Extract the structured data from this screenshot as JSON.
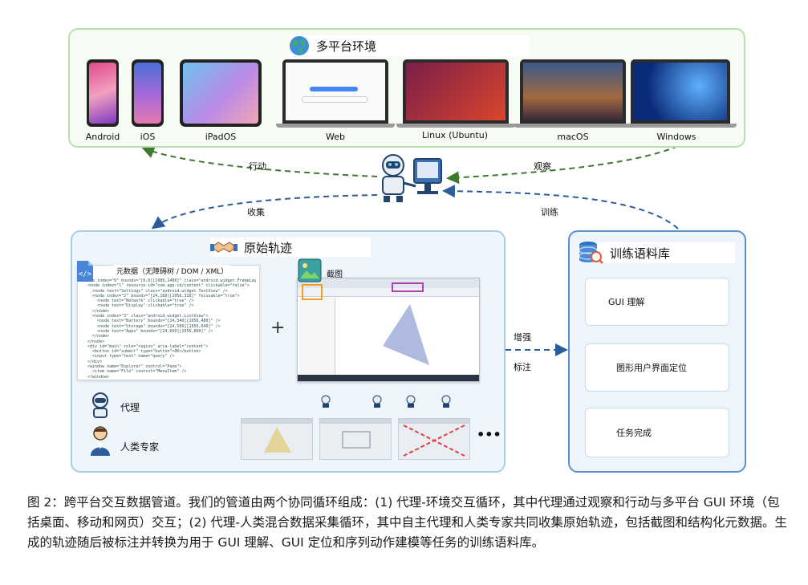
{
  "environment": {
    "title": "多平台环境",
    "platforms": [
      "Android",
      "iOS",
      "iPadOS",
      "Web",
      "Linux (Ubuntu)",
      "macOS",
      "Windows"
    ]
  },
  "arrows": {
    "action": "行动",
    "observe": "观察",
    "collect": "收集",
    "train": "训练",
    "augment": "增强",
    "annotate": "标注"
  },
  "raw": {
    "title": "原始轨迹",
    "metadata_label": "元数据（无障碍树 / DOM / XML）",
    "screenshot_label": "截图",
    "plus": "+",
    "agent": "代理",
    "human_expert": "人类专家",
    "more": "•••"
  },
  "corpus": {
    "title": "训练语料库",
    "items": [
      "GUI 理解",
      "图形用户界面定位",
      "任务完成"
    ]
  },
  "caption": "图 2：跨平台交互数据管道。我们的管道由两个协同循环组成：(1) 代理-环境交互循环，其中代理通过观察和行动与多平台 GUI 环境（包括桌面、移动和网页）交互；(2) 代理-人类混合数据采集循环，其中自主代理和人类专家共同收集原始轨迹，包括截图和结构化元数据。生成的轨迹随后被标注并转换为用于 GUI 理解、GUI 定位和序列动作建模等任务的训练语料库。"
}
